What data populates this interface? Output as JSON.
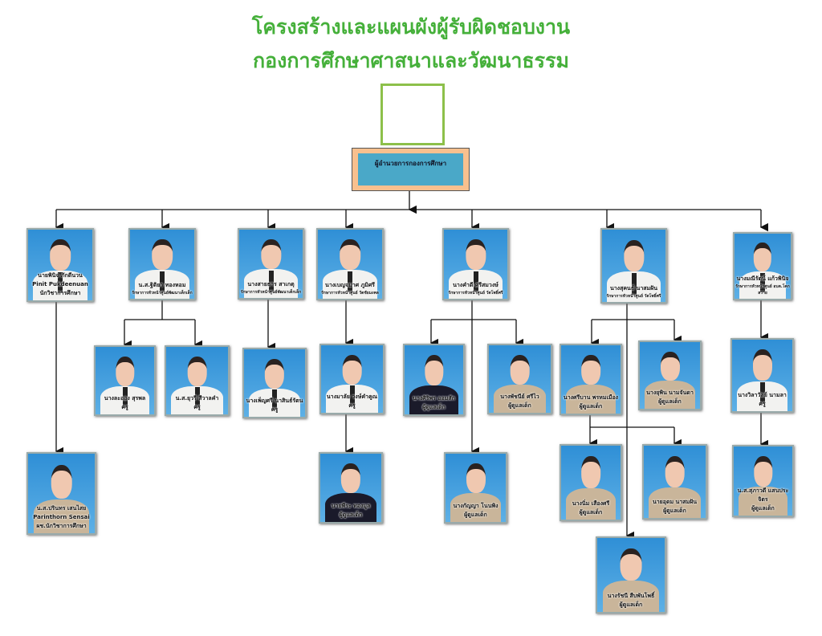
{
  "title": {
    "line1": "โครงสร้างและแผนผังผู้รับผิดชอบงาน",
    "line2": "กองการศึกษาศาสนาและวัฒนาธรรม"
  },
  "head": {
    "label": "ผู้อำนวยการกองการศึกษา"
  },
  "colors": {
    "title": "#45b03a",
    "head_frame": "#f8c08e",
    "head_fill": "#4aa8c8",
    "empty_box": "#8dc04a"
  },
  "nodes": [
    {
      "name": "นายพินิจ ภักดีนวน",
      "name_en": "Pinit Pukdeenuan",
      "role": "นักวิชาการศึกษา"
    },
    {
      "name": "น.ส.ฐิติยา ทองหอม",
      "role": "รักษาการหัวหน้าศูนย์พัฒนาเด็กเล็ก"
    },
    {
      "name": "นางสายธาร สาเกตุ",
      "role": "รักษาการหัวหน้าศูนย์พัฒนาเด็กเล็ก"
    },
    {
      "name": "นางเบญจมาศ ภูมิศรี",
      "role": "รักษาการหัวหน้าศูนย์ วัดชัยมงคล"
    },
    {
      "name": "นางคำดี ศรีสมวงษ์",
      "role": "รักษาการหัวหน้าศูนย์ วัดโพธิ์ศรี"
    },
    {
      "name": "นางสุคนธ์ นาสมฝัน",
      "role": "รักษาการหัวหน้าศูนย์ วัดโพธิ์ศรี"
    },
    {
      "name": "นางมณีรัตน์ แก้วพินิจ",
      "role": "รักษาการหัวหน้าศูนย์ อบต.โคกสวาย"
    },
    {
      "name": "นางละออง สุรพล",
      "role": "ครู"
    },
    {
      "name": "น.ส.ยุวรี สีวาลคำ",
      "role": "ครู"
    },
    {
      "name": "นางเพ็ญศรี นาสินธ์รัตน",
      "role": "ครู"
    },
    {
      "name": "นางมาลัย วงษ์คำคูณ",
      "role": "ครู"
    },
    {
      "name": "นางศิริพร ออมสัก",
      "role": "ผู้ดูแลเด็ก"
    },
    {
      "name": "นางพัชนีย์ ศรีไว",
      "role": "ผู้ดูแลเด็ก"
    },
    {
      "name": "นางศรีบาน พรหมเมือง",
      "role": "ผู้ดูแลเด็ก"
    },
    {
      "name": "นางยุพิน นามจันดา",
      "role": "ผู้ดูแลเด็ก"
    },
    {
      "name": "นางวิลาวัลย์ นามลา",
      "role": "ครู"
    },
    {
      "name": "น.ส.ปรินทร เสนไสย",
      "name_en": "Parinthorn Sensai",
      "role": "ผช.นักวิชาการศึกษา"
    },
    {
      "name": "นายพีระ ทองมูล",
      "role": "ผู้ดูแลเด็ก"
    },
    {
      "name": "นางกัญญา โนนพิง",
      "role": "ผู้ดูแลเด็ก"
    },
    {
      "name": "นางนิ่ม เสืองศรี",
      "role": "ผู้ดูแลเด็ก"
    },
    {
      "name": "นายอุดม นาสมฝัน",
      "role": "ผู้ดูแลเด็ก"
    },
    {
      "name": "น.ส.สุภาวดี แสนประจิตร",
      "role": "ผู้ดูแลเด็ก"
    },
    {
      "name": "นางรัชนี สืบพันโพธิ์",
      "role": "ผู้ดูแลเด็ก"
    }
  ]
}
